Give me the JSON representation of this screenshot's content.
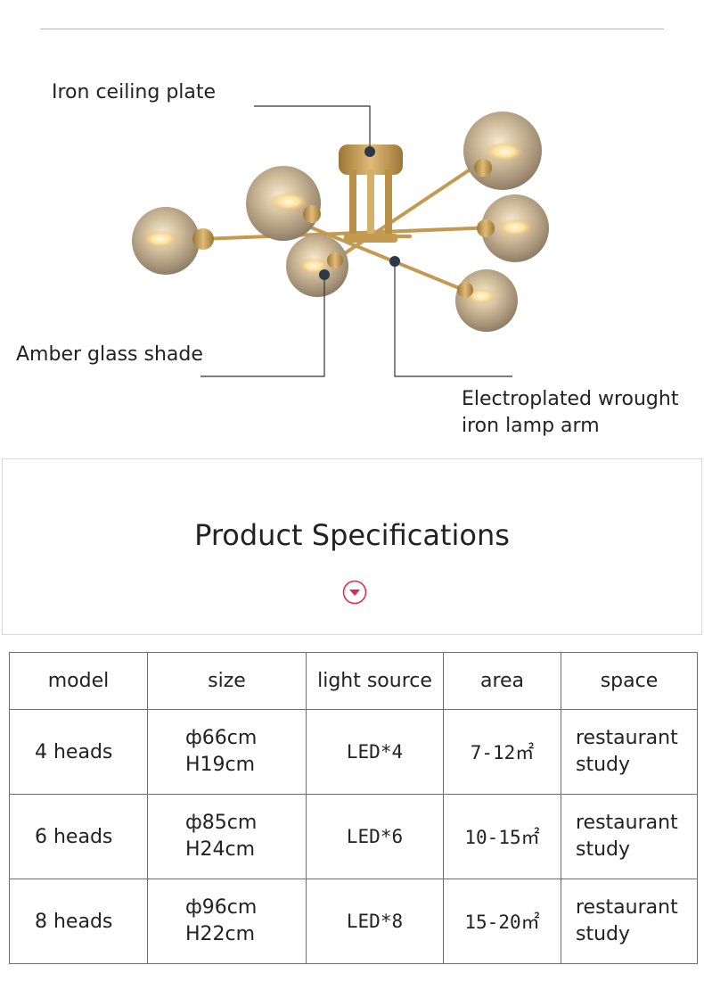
{
  "callouts": {
    "ceiling_plate": "Iron ceiling plate",
    "glass_shade": "Amber glass shade",
    "lamp_arm_line1": "Electroplated wrought",
    "lamp_arm_line2": "iron lamp arm"
  },
  "spec_section": {
    "title": "Product Specifications"
  },
  "table": {
    "headers": [
      "model",
      "size",
      "light source",
      "area",
      "space"
    ],
    "rows": [
      {
        "model": "4 heads",
        "diameter": "ф66cm",
        "height": "H19cm",
        "light": "LED*4",
        "area": "7-12㎡",
        "space1": "restaurant",
        "space2": "study"
      },
      {
        "model": "6 heads",
        "diameter": "ф85cm",
        "height": "H24cm",
        "light": "LED*6",
        "area": "10-15㎡",
        "space1": "restaurant",
        "space2": "study"
      },
      {
        "model": "8 heads",
        "diameter": "ф96cm",
        "height": "H22cm",
        "light": "LED*8",
        "area": "15-20㎡",
        "space1": "restaurant",
        "space2": "study"
      }
    ]
  },
  "colors": {
    "brass": "#c39a4f",
    "amber_glass": "#b8a488",
    "callout_dot": "#2b3a47",
    "arrow_accent": "#e3264f"
  }
}
